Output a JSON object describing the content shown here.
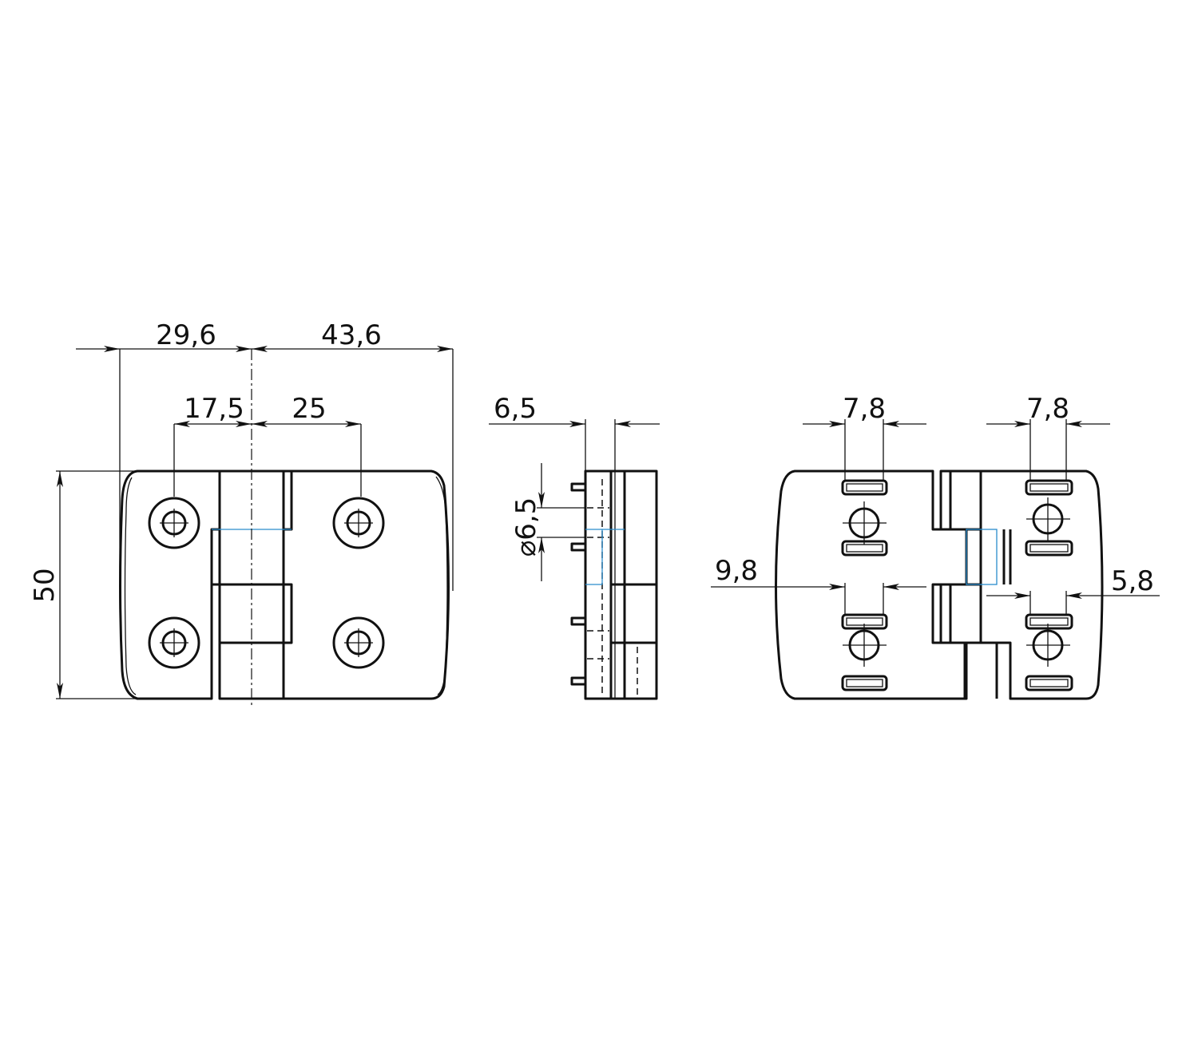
{
  "drawing": {
    "front_view": {
      "dimensions": {
        "left_width": "29,6",
        "right_width": "43,6",
        "left_hole_offset": "17,5",
        "right_hole_offset": "25",
        "height": "50"
      }
    },
    "side_view": {
      "dimensions": {
        "thickness": "6,5",
        "pin_diameter": "⌀6,5"
      }
    },
    "rear_view": {
      "dimensions": {
        "left_slot_width": "7,8",
        "right_slot_width": "7,8",
        "left_offset": "9,8",
        "right_offset": "5,8"
      }
    },
    "colors": {
      "line": "#111111",
      "hidden_blue": "#2a8ccc"
    }
  }
}
